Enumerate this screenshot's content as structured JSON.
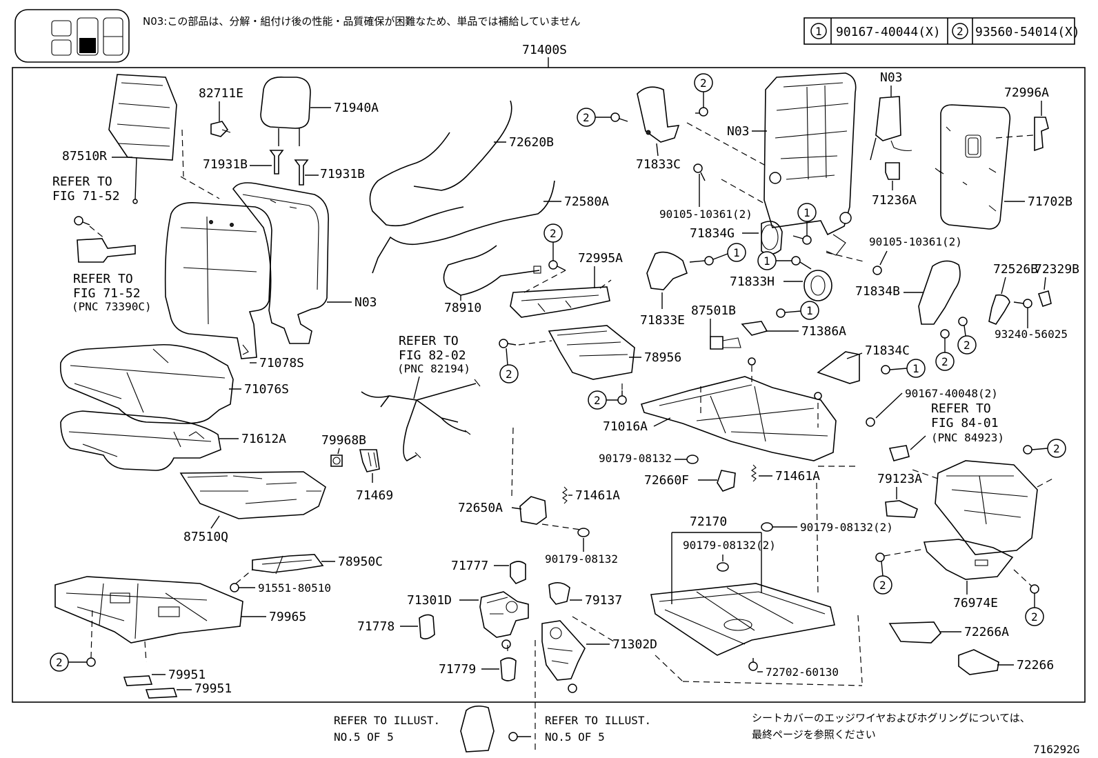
{
  "header": {
    "note": "N03:この部品は、分解・組付け後の性能・品質確保が困難なため、単品では補給していません",
    "legend": [
      {
        "mark": "1",
        "part": "90167-40044(X)"
      },
      {
        "mark": "2",
        "part": "93560-54014(X)"
      }
    ],
    "assembly": "71400S"
  },
  "labels": {
    "l87510R": "87510R",
    "l82711E": "82711E",
    "l71940A": "71940A",
    "l71931B_a": "71931B",
    "l71931B_b": "71931B",
    "l72620B": "72620B",
    "l72580A": "72580A",
    "l71833C": "71833C",
    "lN03_frame": "N03",
    "lN03_top": "N03",
    "l72996A": "72996A",
    "l90105_a": "90105-10361(2)",
    "l71834G": "71834G",
    "l71236A": "71236A",
    "l71702B": "71702B",
    "l90105_b": "90105-10361(2)",
    "l71833H": "71833H",
    "l71834B": "71834B",
    "l72526B": "72526B",
    "l72329B": "72329B",
    "l72995A": "72995A",
    "l78910": "78910",
    "lN03_seat": "N03",
    "l71833E": "71833E",
    "l87501B": "87501B",
    "l71386A": "71386A",
    "l93240": "93240-56025",
    "l71078S": "71078S",
    "l78956": "78956",
    "l71834C": "71834C",
    "l71076S": "71076S",
    "l71016A": "71016A",
    "l90167_48": "90167-40048(2)",
    "l71612A": "71612A",
    "l79968B": "79968B",
    "l90179_a": "90179-08132",
    "l71469": "71469",
    "l72660F": "72660F",
    "l71461A_a": "71461A",
    "l79123A": "79123A",
    "l87510Q": "87510Q",
    "l72650A": "72650A",
    "l71461A_b": "71461A",
    "l72170": "72170",
    "l90179_b": "90179-08132(2)",
    "l90179_c": "90179-08132(2)",
    "l90179_d": "90179-08132",
    "l78950C": "78950C",
    "l91551": "91551-80510",
    "l71777": "71777",
    "l79137": "79137",
    "l76974E": "76974E",
    "l71301D": "71301D",
    "l79965": "79965",
    "l71778": "71778",
    "l71302D": "71302D",
    "l72266A": "72266A",
    "l72266": "72266",
    "l79951_a": "79951",
    "l79951_b": "79951",
    "l71779": "71779",
    "l72702": "72702-60130"
  },
  "refers": {
    "r1_line1": "REFER TO",
    "r1_line2": "FIG 71-52",
    "r2_line1": "REFER TO",
    "r2_line2": "FIG 71-52",
    "r2_line3": "(PNC 73390C)",
    "r3_line1": "REFER TO",
    "r3_line2": "FIG 82-02",
    "r3_line3": "(PNC 82194)",
    "r4_line1": "REFER TO",
    "r4_line2": "FIG 84-01",
    "r4_line3": "(PNC 84923)"
  },
  "footer": {
    "refer_left_1": "REFER TO ILLUST.",
    "refer_left_2": "NO.5 OF 5",
    "refer_right_1": "REFER TO ILLUST.",
    "refer_right_2": "NO.5 OF 5",
    "jp_note_1": "シートカバーのエッジワイヤおよびホグリングについては、",
    "jp_note_2": "最終ページを参照ください",
    "fig_id": "716292G"
  },
  "markers": {
    "one": "1",
    "two": "2"
  }
}
